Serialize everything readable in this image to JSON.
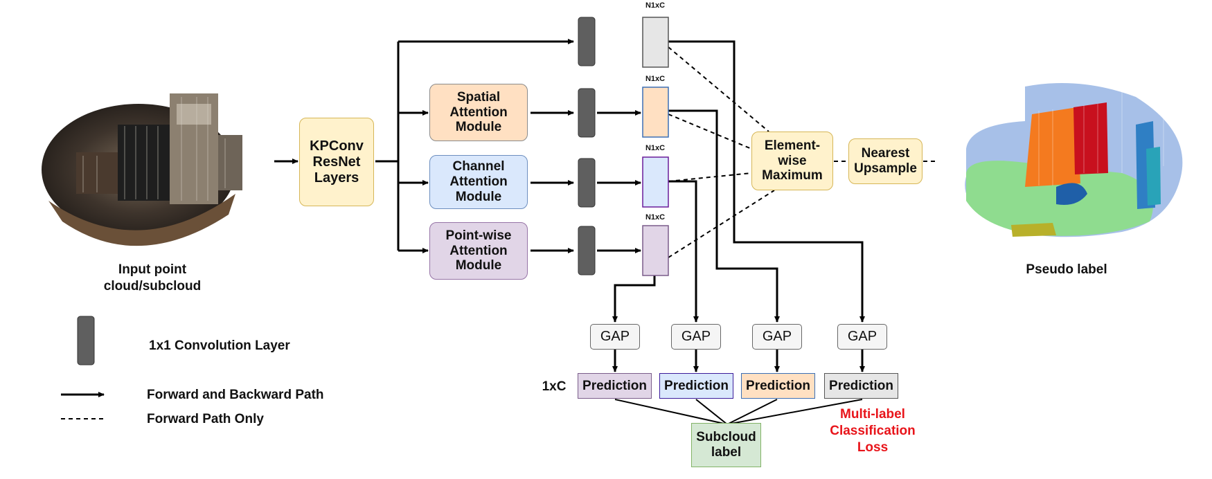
{
  "input_label": "Input point\ncloud/subcloud",
  "output_label": "Pseudo label",
  "backbone": "KPConv\nResNet\nLayers",
  "modules": {
    "spatial": "Spatial\nAttention\nModule",
    "channel": "Channel\nAttention\nModule",
    "pointwise": "Point-wise\nAttention\nModule"
  },
  "feature_dim_label": "N1xC",
  "elementwise": "Element-\nwise\nMaximum",
  "upsample": "Nearest\nUpsample",
  "gap": "GAP",
  "prediction": "Prediction",
  "pred_dim_label": "1xC",
  "subcloud_label": "Subcloud\nlabel",
  "loss_label": "Multi-label\nClassification\nLoss",
  "legend": {
    "conv": "1x1 Convolution Layer",
    "forward_backward": "Forward and Backward Path",
    "forward_only": "Forward Path Only"
  },
  "colors": {
    "backbone": "#fff2cc",
    "spatial": "#ffe0c2",
    "channel": "#dae8fc",
    "pointwise": "#e1d5e7",
    "plain_feature": "#e6e6e6",
    "subcloud": "#d5e8d4",
    "loss": "#e8141a",
    "conv": "#5f5f5f"
  }
}
